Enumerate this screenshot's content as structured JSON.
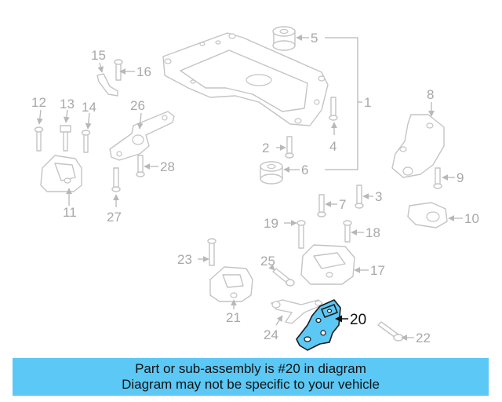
{
  "diagram": {
    "highlight_color": "#5bc8f5",
    "highlighted_part": "20",
    "callouts": {
      "c1": "1",
      "c2": "2",
      "c3": "3",
      "c4": "4",
      "c5": "5",
      "c6": "6",
      "c7": "7",
      "c8": "8",
      "c9": "9",
      "c10": "10",
      "c11": "11",
      "c12": "12",
      "c13": "13",
      "c14": "14",
      "c15": "15",
      "c16": "16",
      "c17": "17",
      "c18": "18",
      "c19": "19",
      "c20": "20",
      "c21": "21",
      "c22": "22",
      "c23": "23",
      "c24": "24",
      "c25": "25",
      "c26": "26",
      "c27": "27",
      "c28": "28"
    }
  },
  "banner": {
    "line1": "Part or sub-assembly is #20 in diagram",
    "line2": "Diagram may not be specific to your vehicle",
    "background": "#5bc8f5"
  }
}
